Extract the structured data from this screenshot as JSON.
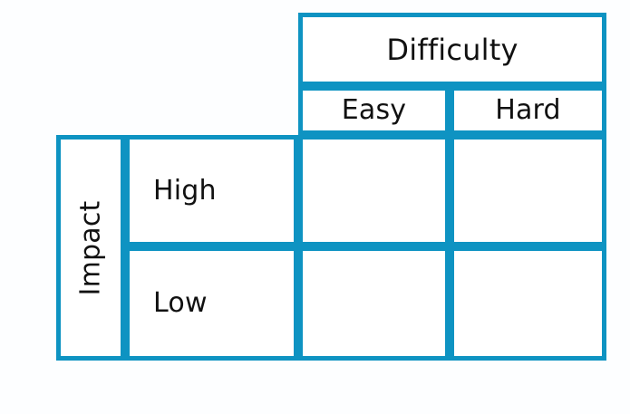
{
  "diagram": {
    "type": "2x2-matrix-table",
    "title_visible": false,
    "accent_color": "#0e93c2",
    "text_color": "#111111",
    "background_color": "#fdfeff"
  },
  "columns": {
    "group_label": "Difficulty",
    "headers": [
      "Easy",
      "Hard"
    ]
  },
  "rows": {
    "group_label": "Impact",
    "headers": [
      "High",
      "Low"
    ]
  },
  "cells": [
    {
      "row": "High",
      "column": "Easy",
      "text": ""
    },
    {
      "row": "High",
      "column": "Hard",
      "text": ""
    },
    {
      "row": "Low",
      "column": "Easy",
      "text": ""
    },
    {
      "row": "Low",
      "column": "Hard",
      "text": ""
    }
  ],
  "chart_data": {
    "type": "table",
    "title": "",
    "xlabel": "Difficulty",
    "ylabel": "Impact",
    "columns": [
      "Easy",
      "Hard"
    ],
    "index": [
      "High",
      "Low"
    ],
    "values": [
      [
        "",
        ""
      ],
      [
        "",
        ""
      ]
    ],
    "grid": true,
    "legend": "none"
  }
}
